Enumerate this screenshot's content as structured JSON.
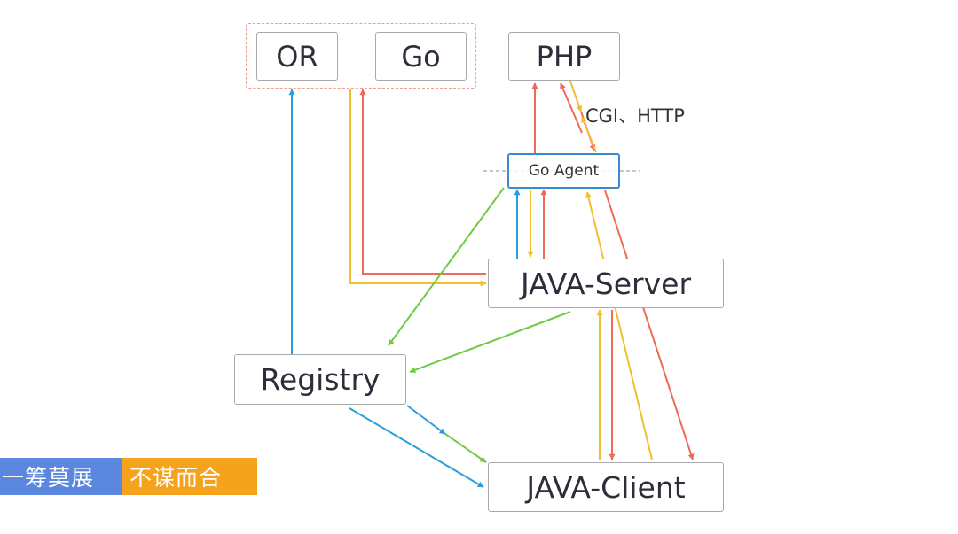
{
  "diagram": {
    "nodes": {
      "or": "OR",
      "go": "Go",
      "php": "PHP",
      "go_agent": "Go Agent",
      "java_server": "JAVA-Server",
      "registry": "Registry",
      "java_client": "JAVA-Client"
    },
    "edge_label": "CGI、HTTP",
    "colors": {
      "blue": "#2a9fe0",
      "red": "#ee6a5b",
      "yellow": "#f2bd2f",
      "green": "#6ccb3f"
    }
  },
  "watermark": {
    "part1": "一筹莫展",
    "part2": "不谋而合",
    "color1": "#5b87df",
    "color2": "#f5a31c"
  }
}
